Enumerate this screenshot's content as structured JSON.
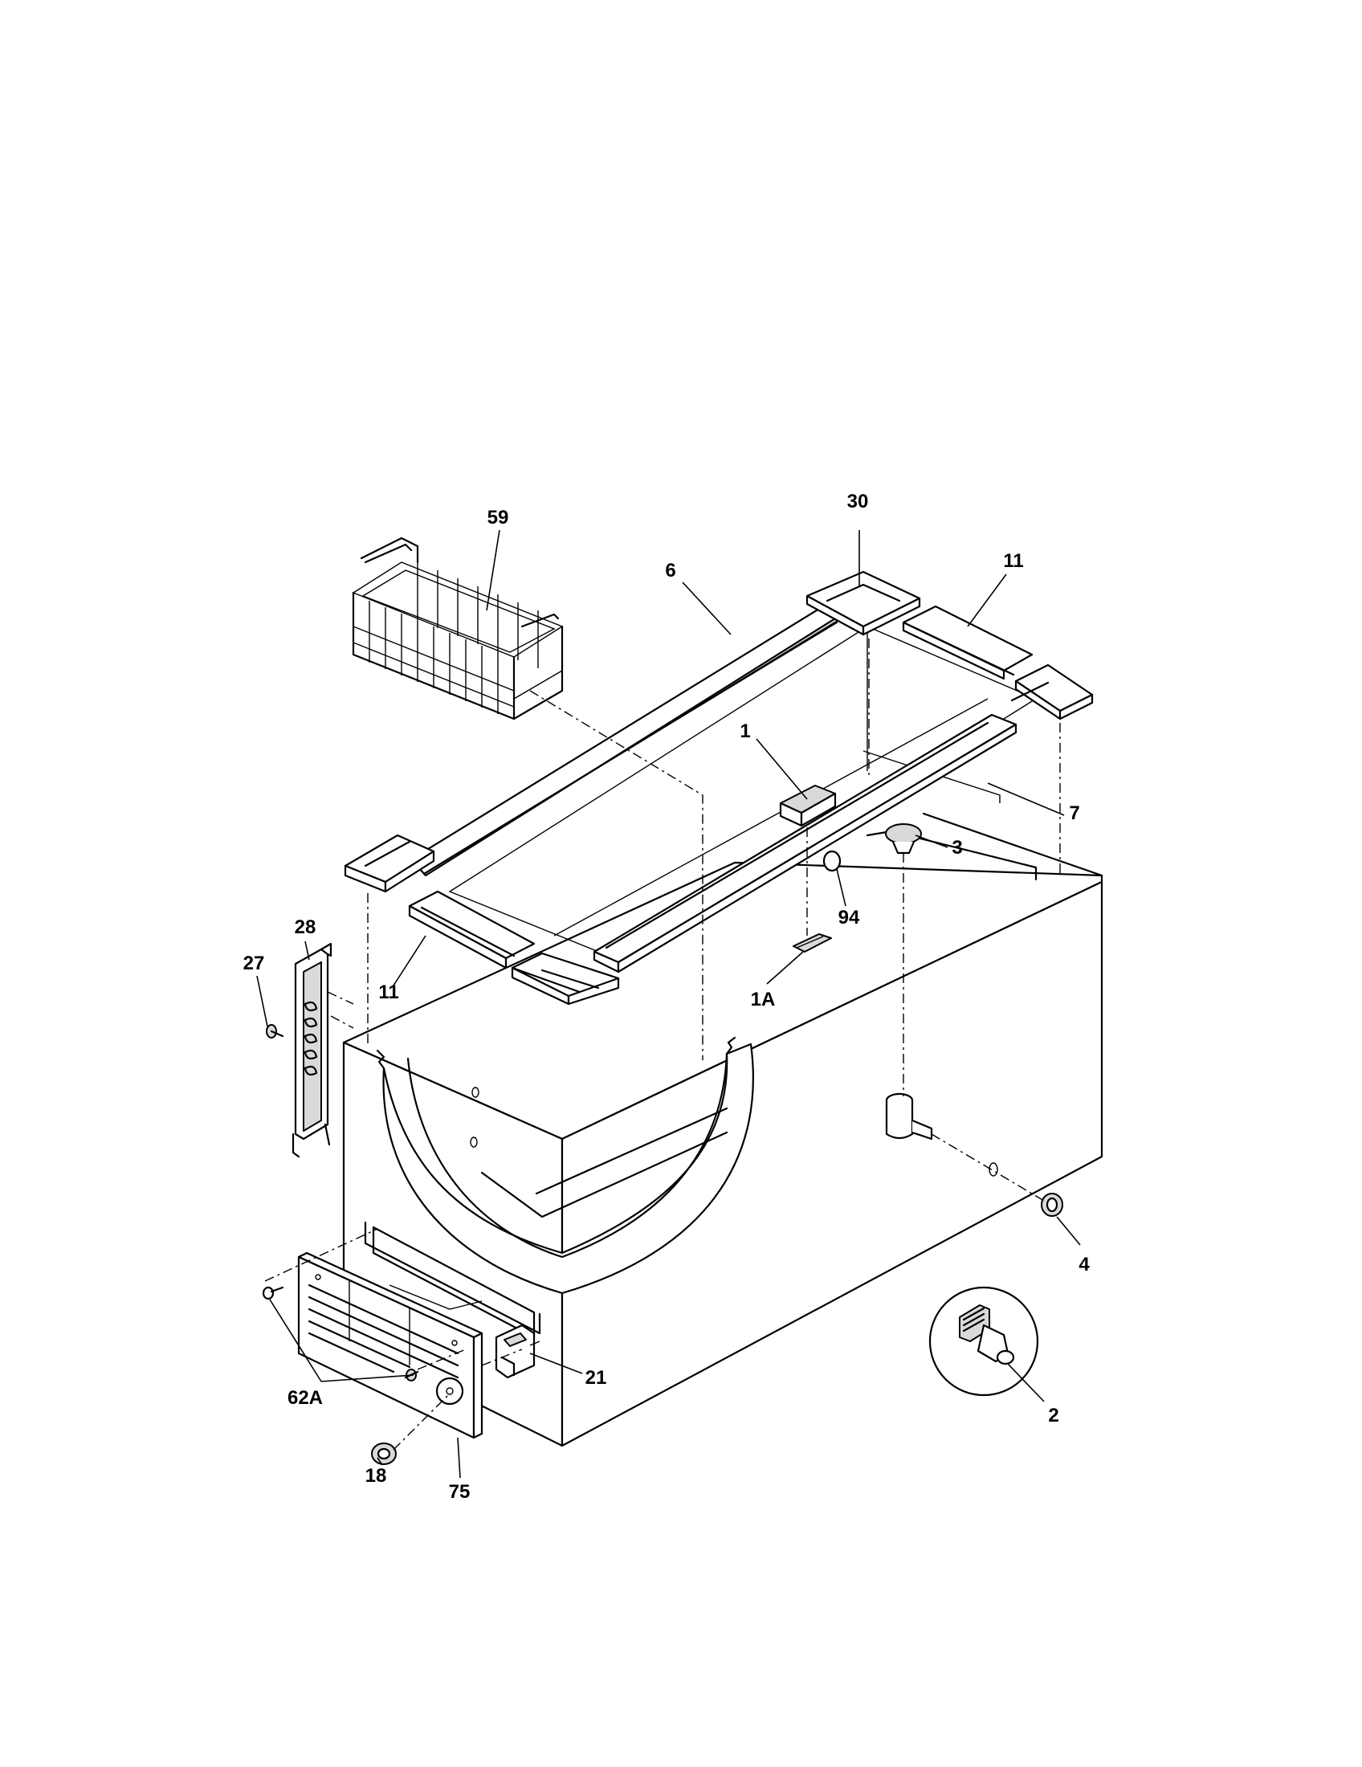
{
  "diagram": {
    "parts": {
      "basket": "59",
      "breaker_corner_back": "30",
      "breaker_strip_back": "6",
      "breaker_end_right": "11",
      "handle": "1",
      "breaker_strip_front": "7",
      "drain_plug": "3",
      "plug_94": "94",
      "clip": "1A",
      "breaker_end_left": "11",
      "hinge": "28",
      "hinge_screw": "27",
      "drain_cap": "4",
      "grille_screws": "62A",
      "power_switch": "21",
      "drain_fitting": "2",
      "grommet": "18",
      "grille": "75"
    }
  }
}
